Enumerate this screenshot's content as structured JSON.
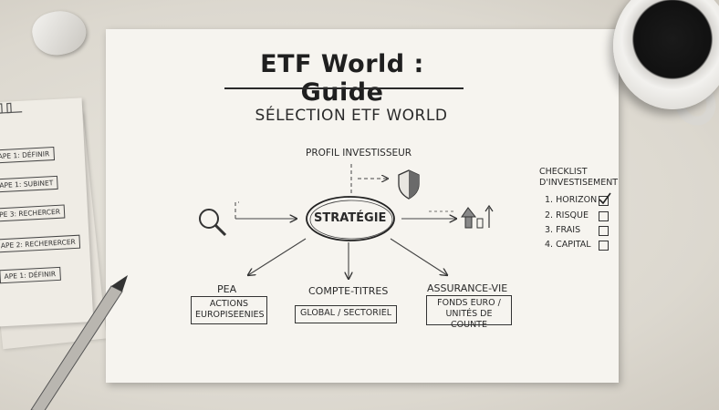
{
  "title": "ETF World : Guide",
  "subtitle": "SÉLECTION ETF WORLD",
  "diagram": {
    "top_label": "PROFIL INVESTISSEUR",
    "center_label": "STRATÉGIE",
    "branches": [
      {
        "name": "PEA",
        "box": [
          "ACTIONS",
          "EUROPISEENIES"
        ]
      },
      {
        "name": "COMPTE-TITRES",
        "box": [
          "GLOBAL / SECTORIEL"
        ]
      },
      {
        "name": "ASSURANCE-VIE",
        "box": [
          "FONDS EURO /",
          "UNITÉS DE COUNTE"
        ]
      }
    ]
  },
  "checklist": {
    "title_line1": "CHECKLIST",
    "title_line2": "D'INVESTISEMENT",
    "items": [
      {
        "label": "1. HORIZON",
        "checked": true
      },
      {
        "label": "2. RISQUE",
        "checked": false
      },
      {
        "label": "3. FRAIS",
        "checked": false
      },
      {
        "label": "4. CAPITAL",
        "checked": false
      }
    ]
  },
  "notes": {
    "steps": [
      "APE 1: DÉFINIR",
      "APE 1: SUBINET",
      "PE 3: RECHERCER",
      "APE 2: RECHERERCER",
      "APE 1: DÉFINIR"
    ]
  },
  "icons": [
    "search-icon",
    "shield-icon",
    "growth-arrows-icon",
    "coffee-mug",
    "pencil"
  ]
}
